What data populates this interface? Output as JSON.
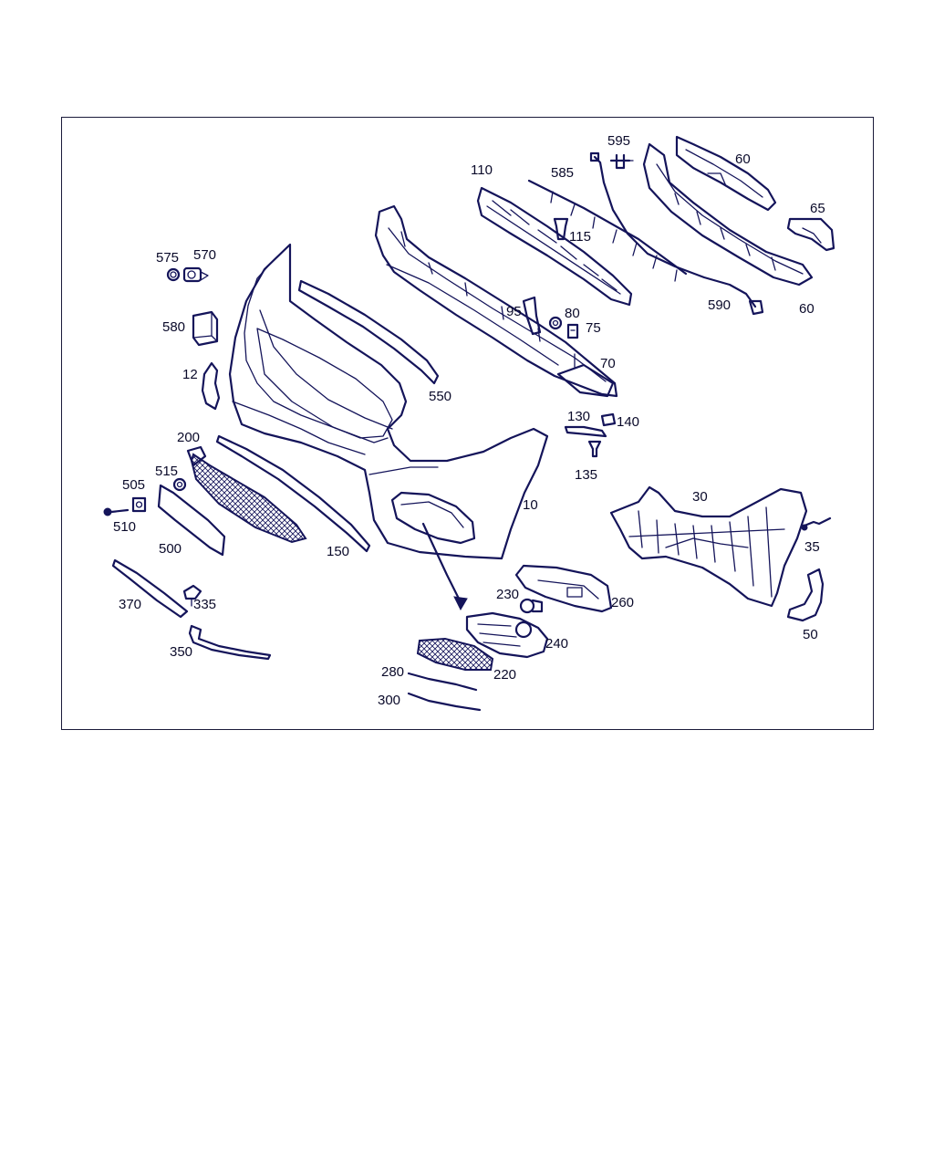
{
  "callouts": {
    "c10": "10",
    "c12": "12",
    "c30": "30",
    "c35": "35",
    "c50": "50",
    "c60a": "60",
    "c60b": "60",
    "c65": "65",
    "c70": "70",
    "c75": "75",
    "c80": "80",
    "c95": "95",
    "c110": "110",
    "c115": "115",
    "c130": "130",
    "c135": "135",
    "c140": "140",
    "c150": "150",
    "c200": "200",
    "c220": "220",
    "c230": "230",
    "c240": "240",
    "c260": "260",
    "c280": "280",
    "c300": "300",
    "c335": "335",
    "c350": "350",
    "c370": "370",
    "c500": "500",
    "c505": "505",
    "c510": "510",
    "c515": "515",
    "c550": "550",
    "c570": "570",
    "c575": "575",
    "c580": "580",
    "c585": "585",
    "c590": "590",
    "c595": "595"
  },
  "colors": {
    "line": "#14145a",
    "text": "#0a0a2a",
    "background": "#ffffff"
  }
}
